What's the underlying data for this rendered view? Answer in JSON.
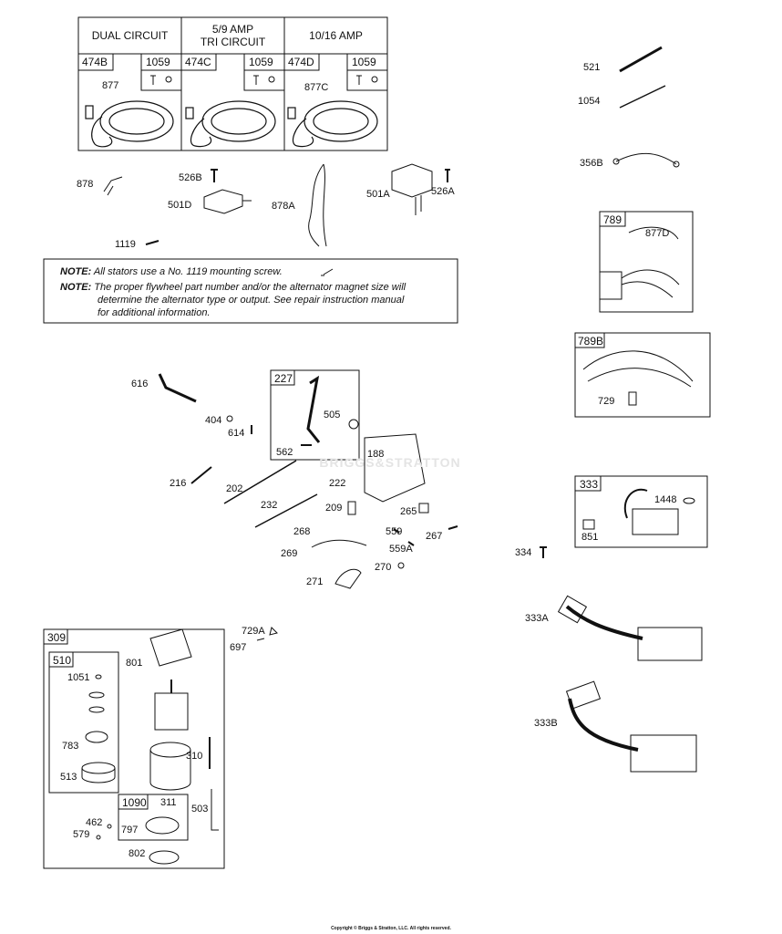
{
  "stator_box": {
    "headers": [
      "DUAL CIRCUIT",
      "5/9 AMP\nTRI CIRCUIT",
      "10/16 AMP"
    ],
    "cells": [
      "474B",
      "1059",
      "474C",
      "1059",
      "474D",
      "1059"
    ],
    "labels": [
      "877",
      "877C"
    ]
  },
  "note": {
    "prefix": "NOTE:",
    "line1": "All stators use a No. 1119 mounting screw.",
    "line2": "The proper flywheel part number and/or the alternator magnet size will",
    "line3": "determine the alternator type or output. See repair instruction manual",
    "line4": "for additional information."
  },
  "boxes": {
    "b789": "789",
    "b789b": "789B",
    "b333": "333",
    "b227": "227",
    "b309": "309",
    "b510": "510",
    "b1090": "1090"
  },
  "parts": {
    "p521": "521",
    "p1054": "1054",
    "p356b": "356B",
    "p877d": "877D",
    "p729": "729",
    "p851": "851",
    "p1448": "1448",
    "p334": "334",
    "p333a": "333A",
    "p333b": "333B",
    "p878": "878",
    "p526b": "526B",
    "p501d": "501D",
    "p878a": "878A",
    "p501a": "501A",
    "p526a": "526A",
    "p1119": "1119",
    "p616": "616",
    "p404": "404",
    "p614": "614",
    "p505": "505",
    "p562": "562",
    "p188": "188",
    "p216": "216",
    "p202": "202",
    "p222": "222",
    "p232": "232",
    "p209": "209",
    "p265": "265",
    "p268": "268",
    "p559": "559",
    "p267": "267",
    "p269": "269",
    "p559a": "559A",
    "p270": "270",
    "p271": "271",
    "p729a": "729A",
    "p697": "697",
    "p801": "801",
    "p1051": "1051",
    "p783": "783",
    "p513": "513",
    "p310": "310",
    "p503": "503",
    "p311": "311",
    "p797": "797",
    "p462": "462",
    "p579": "579",
    "p802": "802"
  },
  "watermark": "BRIGGS&STRATTON",
  "copyright": "Copyright © Briggs & Stratton, LLC. All rights reserved."
}
